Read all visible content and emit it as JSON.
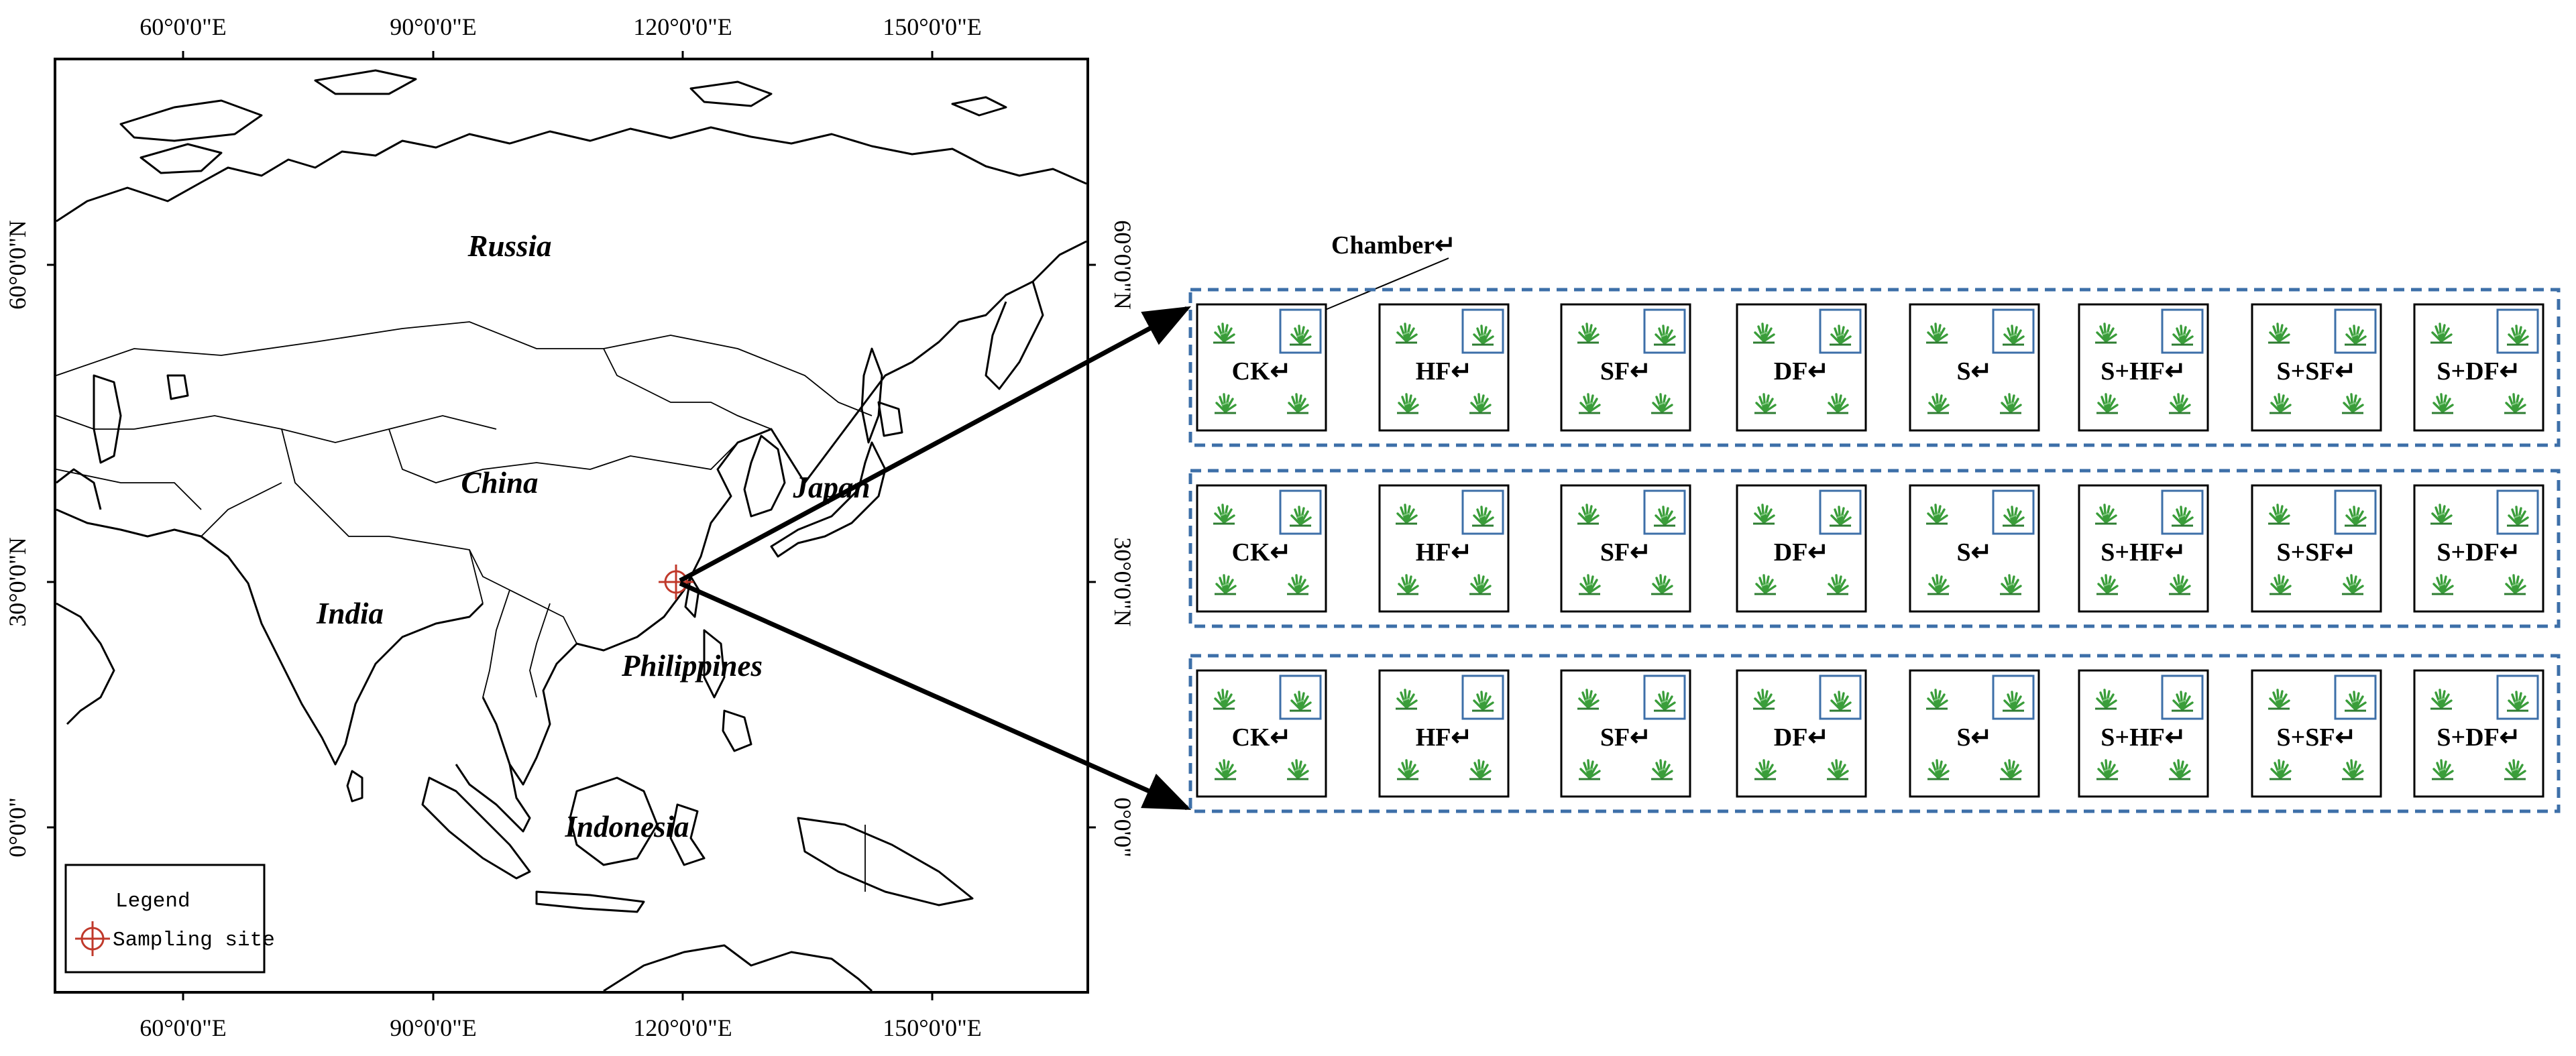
{
  "map": {
    "top_ticks": [
      "60°0'0\"E",
      "90°0'0\"E",
      "120°0'0\"E",
      "150°0'0\"E"
    ],
    "bottom_ticks": [
      "60°0'0\"E",
      "90°0'0\"E",
      "120°0'0\"E",
      "150°0'0\"E"
    ],
    "left_ticks": [
      "60°0'0\"N",
      "30°0'0\"N",
      "0°0'0\""
    ],
    "right_ticks": [
      "60°0'0\"N",
      "30°0'0\"N",
      "0°0'0\""
    ],
    "country_labels": [
      "Russia",
      "China",
      "Japan",
      "India",
      "Philippines",
      "Indonesia"
    ],
    "legend": {
      "title": "Legend",
      "item": "Sampling site",
      "marker_color": "#c0392b"
    }
  },
  "experiment": {
    "chamber_label": "Chamber↵",
    "treatments": [
      "CK↵",
      "HF↵",
      "SF↵",
      "DF↵",
      "S↵",
      "S+HF↵",
      "S+SF↵",
      "S+DF↵"
    ],
    "replicates": 3,
    "colors": {
      "dash": "#3d6fa8",
      "plant": "#3a9d3a",
      "chamber": "#3d6fa8"
    }
  }
}
